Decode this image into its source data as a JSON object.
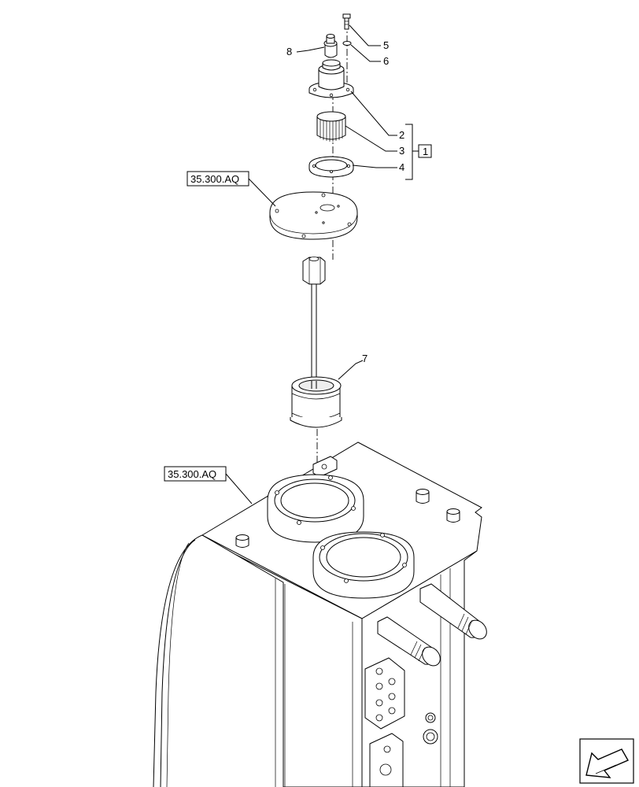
{
  "callouts": {
    "c1": "1",
    "c2": "2",
    "c3": "3",
    "c4": "4",
    "c5": "5",
    "c6": "6",
    "c7": "7",
    "c8": "8"
  },
  "references": {
    "ref_top": "35.300.AQ",
    "ref_bottom": "35.300.AQ"
  },
  "nav_icon": "arrow-down-left-icon"
}
